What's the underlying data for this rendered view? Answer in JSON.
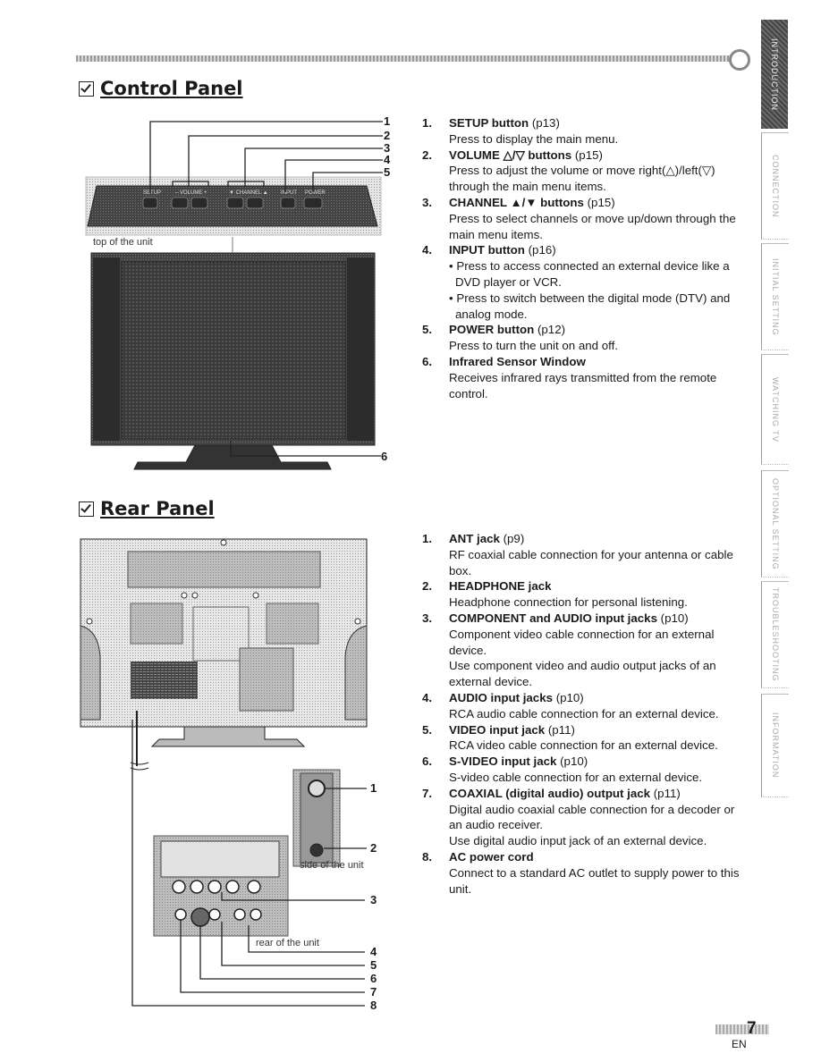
{
  "sections": {
    "control_title": "Control Panel",
    "rear_title": "Rear Panel"
  },
  "side_tabs": [
    "INTRODUCTION",
    "CONNECTION",
    "INITIAL SETTING",
    "WATCHING TV",
    "OPTIONAL SETTING",
    "TROUBLESHOOTING",
    "INFORMATION"
  ],
  "control_diagram": {
    "caption": "top of the unit",
    "panel_labels": [
      "SETUP",
      "VOLUME",
      "CHANNEL",
      "INPUT",
      "POWER"
    ],
    "callouts": [
      "1",
      "2",
      "3",
      "4",
      "5",
      "6"
    ]
  },
  "rear_diagram": {
    "side_caption": "side of the unit",
    "rear_caption": "rear of the unit",
    "callouts": [
      "1",
      "2",
      "3",
      "4",
      "5",
      "6",
      "7",
      "8"
    ]
  },
  "control_items": [
    {
      "num": "1.",
      "head": "SETUP button",
      "ref": " (p13)",
      "desc": [
        "Press to display the main menu."
      ]
    },
    {
      "num": "2.",
      "head": "VOLUME △/▽ buttons",
      "ref": " (p15)",
      "desc": [
        "Press to adjust the volume or move right(△)/left(▽) through the main menu items."
      ]
    },
    {
      "num": "3.",
      "head": "CHANNEL ▲/▼ buttons",
      "ref": " (p15)",
      "desc": [
        "Press to select channels or move up/down through the main menu items."
      ]
    },
    {
      "num": "4.",
      "head": "INPUT button",
      "ref": " (p16)",
      "desc": [
        "• Press to access connected an external device like a DVD player or VCR.",
        "• Press to switch between the digital mode (DTV) and analog mode."
      ]
    },
    {
      "num": "5.",
      "head": "POWER button",
      "ref": " (p12)",
      "desc": [
        "Press to turn the unit on and off."
      ]
    },
    {
      "num": "6.",
      "head": "Infrared Sensor Window",
      "ref": "",
      "desc": [
        "Receives infrared rays transmitted from the remote control."
      ]
    }
  ],
  "rear_items": [
    {
      "num": "1.",
      "head": "ANT jack",
      "ref": " (p9)",
      "desc": [
        "RF coaxial cable connection for your antenna or cable box."
      ]
    },
    {
      "num": "2.",
      "head": "HEADPHONE jack",
      "ref": "",
      "desc": [
        "Headphone connection for personal listening."
      ]
    },
    {
      "num": "3.",
      "head": "COMPONENT and AUDIO input jacks",
      "ref": " (p10)",
      "desc": [
        "Component video cable connection for an external device.",
        "Use component video and audio output jacks of an external device."
      ]
    },
    {
      "num": "4.",
      "head": "AUDIO input jacks",
      "ref": " (p10)",
      "desc": [
        "RCA audio cable connection for an external device."
      ]
    },
    {
      "num": "5.",
      "head": "VIDEO input jack",
      "ref": " (p11)",
      "desc": [
        "RCA video cable connection for an external device."
      ]
    },
    {
      "num": "6.",
      "head": "S-VIDEO input jack",
      "ref": " (p10)",
      "desc": [
        "S-video cable connection for an external device."
      ]
    },
    {
      "num": "7.",
      "head": "COAXIAL (digital audio) output jack",
      "ref": " (p11)",
      "desc": [
        "Digital audio coaxial cable connection for a decoder or an audio receiver.",
        "Use digital audio input jack of an external device."
      ]
    },
    {
      "num": "8.",
      "head": "AC power cord",
      "ref": "",
      "desc": [
        "Connect to a standard AC outlet to supply power to this unit."
      ]
    }
  ],
  "footer": {
    "page": "7",
    "lang": "EN"
  }
}
